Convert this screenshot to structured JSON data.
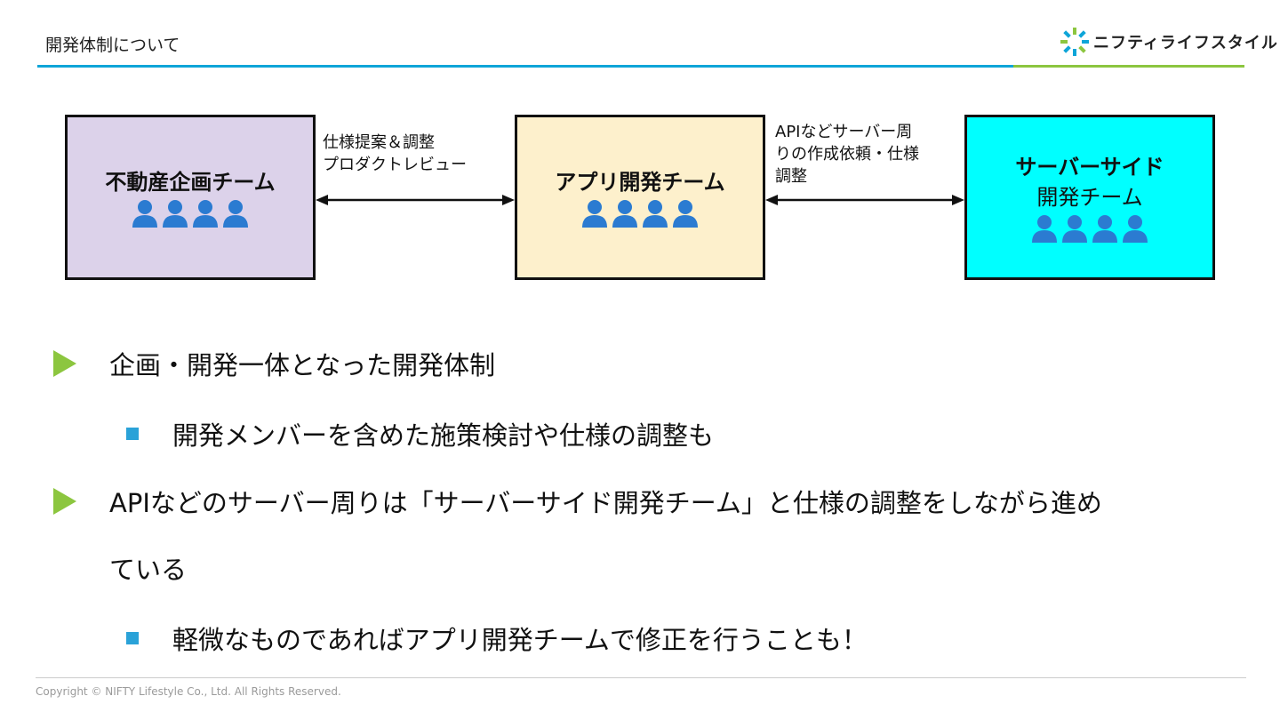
{
  "header": {
    "title": "開発体制について",
    "logo_text": "ニフティライフスタイル"
  },
  "teams": {
    "realestate": {
      "name": "不動産企画チーム"
    },
    "app": {
      "name": "アプリ開発チーム"
    },
    "server": {
      "name_line1": "サーバーサイド",
      "name_line2": "開発チーム"
    }
  },
  "arrows": {
    "left": {
      "line1": "仕様提案＆調整",
      "line2": "プロダクトレビュー"
    },
    "right": {
      "line1": "APIなどサーバー周",
      "line2": "りの作成依頼・仕様",
      "line3": "調整"
    }
  },
  "bullets": {
    "b1": "企画・開発一体となった開発体制",
    "b1_sub": "開発メンバーを含めた施策検討や仕様の調整も",
    "b2_line1": "APIなどのサーバー周りは「サーバーサイド開発チーム」と仕様の調整をしながら進め",
    "b2_line2": "ている",
    "b2_sub": "軽微なものであればアプリ開発チームで修正を行うことも！"
  },
  "footer": {
    "copyright": "Copyright © NIFTY Lifestyle Co., Ltd. All Rights Reserved."
  },
  "colors": {
    "accent_blue": "#0ea5d8",
    "accent_green": "#8cc63f",
    "realestate_box": "#dcd2ea",
    "app_box": "#fdf0cc",
    "server_box": "#00ffff",
    "person_icon": "#2b7bd1"
  },
  "icons": {
    "logo": "nifty-burst-logo-icon",
    "person": "person-icon",
    "bullet": "triangle-bullet-icon",
    "sub_bullet": "square-bullet-icon"
  }
}
